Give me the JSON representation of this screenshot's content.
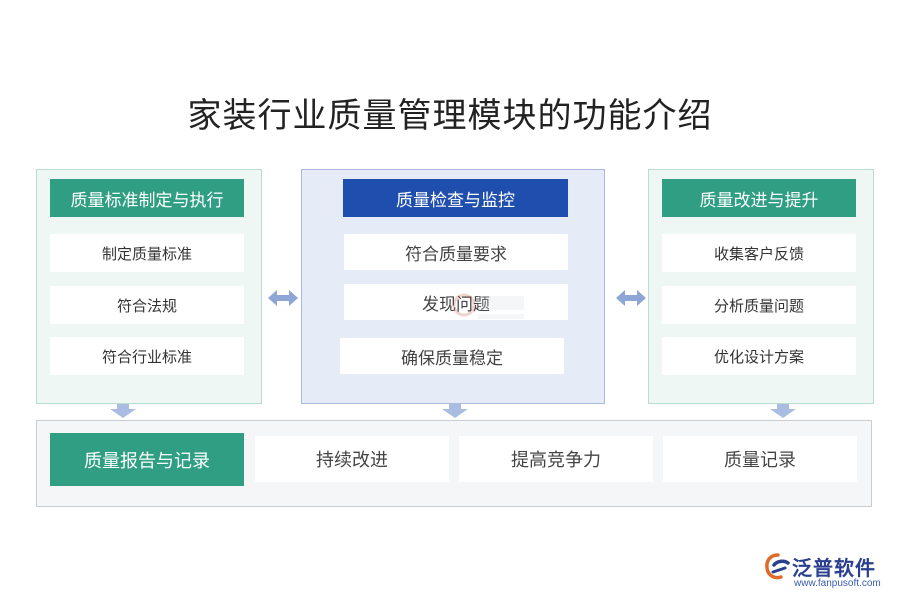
{
  "title": "家装行业质量管理模块的功能介绍",
  "colors": {
    "green_header": "#2f9e83",
    "blue_header": "#1f4fae",
    "green_panel": "#eef7f3",
    "blue_panel": "#e6ecf7",
    "arrow": "#8ea6d6"
  },
  "left": {
    "header": "质量标准制定与执行",
    "items": [
      "制定质量标准",
      "符合法规",
      "符合行业标准"
    ]
  },
  "center": {
    "header": "质量检查与监控",
    "items": [
      "符合质量要求",
      "发现问题",
      "确保质量稳定"
    ]
  },
  "right": {
    "header": "质量改进与提升",
    "items": [
      "收集客户反馈",
      "分析质量问题",
      "优化设计方案"
    ]
  },
  "bottom": {
    "header": "质量报告与记录",
    "items": [
      "持续改进",
      "提高竞争力",
      "质量记录"
    ]
  },
  "logo": {
    "name": "泛普软件",
    "url": "www.fanpusoft.com"
  },
  "watermark": "泛普软件"
}
